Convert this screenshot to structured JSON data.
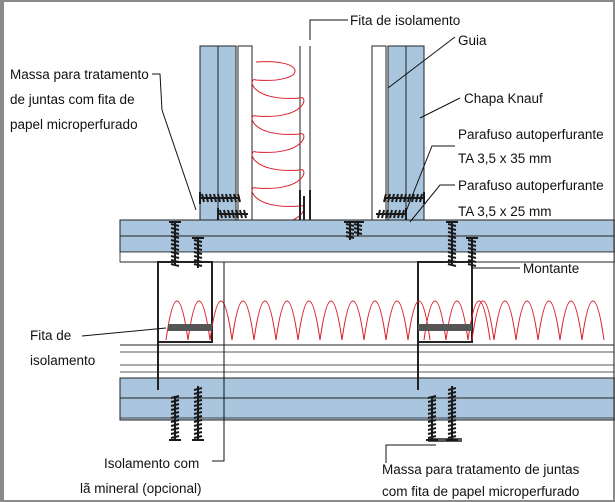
{
  "colors": {
    "border": "#8a8a8a",
    "board_fill": "#a9c6de",
    "board_stroke": "#222222",
    "stud_fill": "#ffffff",
    "insulation": "#d81e2b",
    "screw": "#1a1a1a",
    "background": "#ffffff"
  },
  "labels": {
    "fita_top": "Fita de isolamento",
    "guia": "Guia",
    "chapa": "Chapa Knauf",
    "massa_left_1": "Massa para tratamento",
    "massa_left_2": "de juntas com fita de",
    "massa_left_3": "papel microperfurado",
    "parafuso35_1": "Parafuso autoperfurante",
    "parafuso35_2": "TA 3,5 x 35 mm",
    "parafuso25_1": "Parafuso autoperfurante",
    "parafuso25_2": "TA 3,5 x 25 mm",
    "montante": "Montante",
    "fita_left_1": "Fita de",
    "fita_left_2": "isolamento",
    "isol_1": "Isolamento com",
    "isol_2": "lã mineral (opcional)",
    "massa_bottom_1": "Massa para tratamento de juntas",
    "massa_bottom_2": "com fita de papel microperfurado"
  },
  "icons": [
    "screw-icon",
    "stud-profile-icon",
    "mineral-wool-icon"
  ]
}
